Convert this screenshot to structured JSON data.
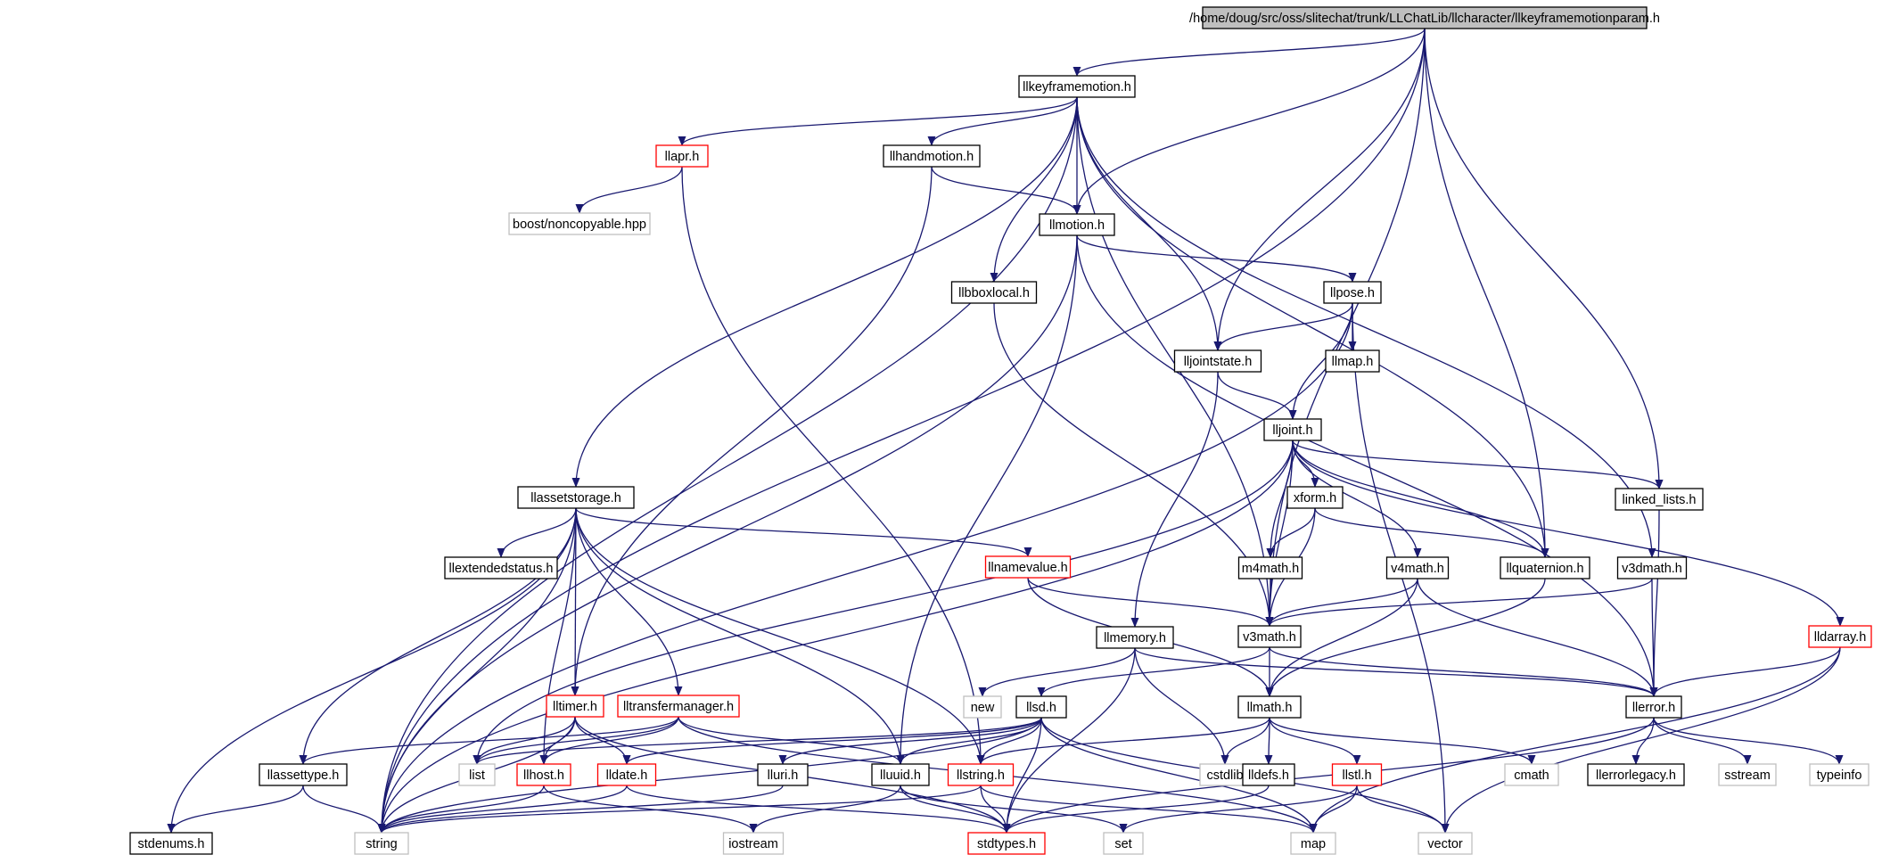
{
  "title": "/home/doug/src/oss/slitechat/trunk/LLChatLib/llcharacter/llkeyframemotionparam.h",
  "colors": {
    "edge": "#191970",
    "root_fill": "#bfbfbf",
    "node_border": "#000000",
    "truncated_border": "#ff0000",
    "external_border": "#bfbfbf"
  },
  "nodes": [
    {
      "id": "root",
      "label": "/home/doug/src/oss/slitechat/trunk/LLChatLib/llcharacter/llkeyframemotionparam.h",
      "kind": "root"
    },
    {
      "id": "llkeyframemotion",
      "label": "llkeyframemotion.h",
      "kind": "normal"
    },
    {
      "id": "llapr",
      "label": "llapr.h",
      "kind": "truncated"
    },
    {
      "id": "llhandmotion",
      "label": "llhandmotion.h",
      "kind": "normal"
    },
    {
      "id": "boost",
      "label": "boost/noncopyable.hpp",
      "kind": "external"
    },
    {
      "id": "llmotion",
      "label": "llmotion.h",
      "kind": "normal"
    },
    {
      "id": "llbboxlocal",
      "label": "llbboxlocal.h",
      "kind": "normal"
    },
    {
      "id": "llpose",
      "label": "llpose.h",
      "kind": "normal"
    },
    {
      "id": "lljointstate",
      "label": "lljointstate.h",
      "kind": "normal"
    },
    {
      "id": "llmap",
      "label": "llmap.h",
      "kind": "normal"
    },
    {
      "id": "lljoint",
      "label": "lljoint.h",
      "kind": "normal"
    },
    {
      "id": "llassetstorage",
      "label": "llassetstorage.h",
      "kind": "normal"
    },
    {
      "id": "linked_lists",
      "label": "linked_lists.h",
      "kind": "normal"
    },
    {
      "id": "xform",
      "label": "xform.h",
      "kind": "normal"
    },
    {
      "id": "llextendedstatus",
      "label": "llextendedstatus.h",
      "kind": "normal"
    },
    {
      "id": "llnamevalue",
      "label": "llnamevalue.h",
      "kind": "truncated"
    },
    {
      "id": "m4math",
      "label": "m4math.h",
      "kind": "normal"
    },
    {
      "id": "v4math",
      "label": "v4math.h",
      "kind": "normal"
    },
    {
      "id": "llquaternion",
      "label": "llquaternion.h",
      "kind": "normal"
    },
    {
      "id": "v3dmath",
      "label": "v3dmath.h",
      "kind": "normal"
    },
    {
      "id": "lldarray",
      "label": "lldarray.h",
      "kind": "truncated"
    },
    {
      "id": "llmemory",
      "label": "llmemory.h",
      "kind": "normal"
    },
    {
      "id": "v3math",
      "label": "v3math.h",
      "kind": "normal"
    },
    {
      "id": "new",
      "label": "new",
      "kind": "external"
    },
    {
      "id": "llsd",
      "label": "llsd.h",
      "kind": "normal"
    },
    {
      "id": "llmath",
      "label": "llmath.h",
      "kind": "normal"
    },
    {
      "id": "llerror",
      "label": "llerror.h",
      "kind": "normal"
    },
    {
      "id": "lltimer",
      "label": "lltimer.h",
      "kind": "truncated"
    },
    {
      "id": "lltransfermanager",
      "label": "lltransfermanager.h",
      "kind": "truncated"
    },
    {
      "id": "llassettype",
      "label": "llassettype.h",
      "kind": "normal"
    },
    {
      "id": "list",
      "label": "list",
      "kind": "external"
    },
    {
      "id": "llhost",
      "label": "llhost.h",
      "kind": "truncated"
    },
    {
      "id": "lldate",
      "label": "lldate.h",
      "kind": "truncated"
    },
    {
      "id": "lluri",
      "label": "lluri.h",
      "kind": "normal"
    },
    {
      "id": "lluuid",
      "label": "lluuid.h",
      "kind": "normal"
    },
    {
      "id": "llstring",
      "label": "llstring.h",
      "kind": "truncated"
    },
    {
      "id": "cstdlib",
      "label": "cstdlib",
      "kind": "external"
    },
    {
      "id": "lldefs",
      "label": "lldefs.h",
      "kind": "normal"
    },
    {
      "id": "llstl",
      "label": "llstl.h",
      "kind": "truncated"
    },
    {
      "id": "cmath",
      "label": "cmath",
      "kind": "external"
    },
    {
      "id": "llerrorlegacy",
      "label": "llerrorlegacy.h",
      "kind": "normal"
    },
    {
      "id": "sstream",
      "label": "sstream",
      "kind": "external"
    },
    {
      "id": "typeinfo",
      "label": "typeinfo",
      "kind": "external"
    },
    {
      "id": "stdenums",
      "label": "stdenums.h",
      "kind": "normal"
    },
    {
      "id": "string",
      "label": "string",
      "kind": "external"
    },
    {
      "id": "iostream",
      "label": "iostream",
      "kind": "external"
    },
    {
      "id": "stdtypes",
      "label": "stdtypes.h",
      "kind": "truncated"
    },
    {
      "id": "set",
      "label": "set",
      "kind": "external"
    },
    {
      "id": "map",
      "label": "map",
      "kind": "external"
    },
    {
      "id": "vector",
      "label": "vector",
      "kind": "external"
    }
  ],
  "edges": [
    [
      "root",
      "llkeyframemotion"
    ],
    [
      "root",
      "llmotion"
    ],
    [
      "root",
      "lljointstate"
    ],
    [
      "root",
      "v3math"
    ],
    [
      "root",
      "llquaternion"
    ],
    [
      "root",
      "linked_lists"
    ],
    [
      "root",
      "string"
    ],
    [
      "llkeyframemotion",
      "llapr"
    ],
    [
      "llkeyframemotion",
      "llhandmotion"
    ],
    [
      "llkeyframemotion",
      "llmotion"
    ],
    [
      "llkeyframemotion",
      "llbboxlocal"
    ],
    [
      "llkeyframemotion",
      "lljointstate"
    ],
    [
      "llkeyframemotion",
      "v3math"
    ],
    [
      "llkeyframemotion",
      "llquaternion"
    ],
    [
      "llkeyframemotion",
      "v3dmath"
    ],
    [
      "llkeyframemotion",
      "llassetstorage"
    ],
    [
      "llkeyframemotion",
      "string"
    ],
    [
      "llapr",
      "boost"
    ],
    [
      "llapr",
      "llstring"
    ],
    [
      "llhandmotion",
      "llmotion"
    ],
    [
      "llhandmotion",
      "lltimer"
    ],
    [
      "llmotion",
      "llpose"
    ],
    [
      "llmotion",
      "llerror"
    ],
    [
      "llmotion",
      "lluuid"
    ],
    [
      "llmotion",
      "string"
    ],
    [
      "llbboxlocal",
      "v3math"
    ],
    [
      "llpose",
      "llmap"
    ],
    [
      "llpose",
      "lljointstate"
    ],
    [
      "llpose",
      "lljoint"
    ],
    [
      "llpose",
      "string"
    ],
    [
      "llpose",
      "vector"
    ],
    [
      "lljointstate",
      "lljoint"
    ],
    [
      "lljointstate",
      "llmemory"
    ],
    [
      "lljoint",
      "xform"
    ],
    [
      "lljoint",
      "m4math"
    ],
    [
      "lljoint",
      "v3math"
    ],
    [
      "lljoint",
      "v4math"
    ],
    [
      "lljoint",
      "llquaternion"
    ],
    [
      "lljoint",
      "linked_lists"
    ],
    [
      "lljoint",
      "lldarray"
    ],
    [
      "lljoint",
      "string"
    ],
    [
      "lljoint",
      "list"
    ],
    [
      "xform",
      "m4math"
    ],
    [
      "xform",
      "v3math"
    ],
    [
      "xform",
      "llquaternion"
    ],
    [
      "m4math",
      "v3math"
    ],
    [
      "v4math",
      "v3math"
    ],
    [
      "v4math",
      "llmath"
    ],
    [
      "v4math",
      "llerror"
    ],
    [
      "llquaternion",
      "llmath"
    ],
    [
      "v3dmath",
      "v3math"
    ],
    [
      "v3dmath",
      "llerror"
    ],
    [
      "linked_lists",
      "llerror"
    ],
    [
      "lldarray",
      "llerror"
    ],
    [
      "lldarray",
      "map"
    ],
    [
      "lldarray",
      "vector"
    ],
    [
      "llassetstorage",
      "llextendedstatus"
    ],
    [
      "llassetstorage",
      "llnamevalue"
    ],
    [
      "llassetstorage",
      "lltimer"
    ],
    [
      "llassetstorage",
      "lltransfermanager"
    ],
    [
      "llassetstorage",
      "llassettype"
    ],
    [
      "llassetstorage",
      "llhost"
    ],
    [
      "llassetstorage",
      "lluuid"
    ],
    [
      "llassetstorage",
      "llstring"
    ],
    [
      "llassetstorage",
      "string"
    ],
    [
      "llassetstorage",
      "stdenums"
    ],
    [
      "llnamevalue",
      "v3math"
    ],
    [
      "llnamevalue",
      "llmath"
    ],
    [
      "llmemory",
      "new"
    ],
    [
      "llmemory",
      "cstdlib"
    ],
    [
      "llmemory",
      "stdtypes"
    ],
    [
      "llmemory",
      "llerror"
    ],
    [
      "v3math",
      "llsd"
    ],
    [
      "v3math",
      "llmath"
    ],
    [
      "v3math",
      "llerror"
    ],
    [
      "llsd",
      "list"
    ],
    [
      "llsd",
      "lldate"
    ],
    [
      "llsd",
      "lluri"
    ],
    [
      "llsd",
      "lluuid"
    ],
    [
      "llsd",
      "llstring"
    ],
    [
      "llsd",
      "stdtypes"
    ],
    [
      "llsd",
      "string"
    ],
    [
      "llsd",
      "map"
    ],
    [
      "llsd",
      "vector"
    ],
    [
      "llmath",
      "cstdlib"
    ],
    [
      "llmath",
      "lldefs"
    ],
    [
      "llmath",
      "llstl"
    ],
    [
      "llmath",
      "cmath"
    ],
    [
      "llmath",
      "llstring"
    ],
    [
      "llerror",
      "llerrorlegacy"
    ],
    [
      "llerror",
      "sstream"
    ],
    [
      "llerror",
      "typeinfo"
    ],
    [
      "llerror",
      "stdtypes"
    ],
    [
      "lltimer",
      "list"
    ],
    [
      "lltimer",
      "llhost"
    ],
    [
      "lltimer",
      "lldate"
    ],
    [
      "lltimer",
      "string"
    ],
    [
      "lltimer",
      "stdtypes"
    ],
    [
      "lltransfermanager",
      "llassettype"
    ],
    [
      "lltransfermanager",
      "list"
    ],
    [
      "lltransfermanager",
      "llhost"
    ],
    [
      "lltransfermanager",
      "lluuid"
    ],
    [
      "lltransfermanager",
      "map"
    ],
    [
      "llassettype",
      "stdenums"
    ],
    [
      "llassettype",
      "string"
    ],
    [
      "llhost",
      "string"
    ],
    [
      "llhost",
      "iostream"
    ],
    [
      "lldate",
      "string"
    ],
    [
      "lldate",
      "stdtypes"
    ],
    [
      "lluri",
      "string"
    ],
    [
      "lluuid",
      "iostream"
    ],
    [
      "lluuid",
      "stdtypes"
    ],
    [
      "lluuid",
      "set"
    ],
    [
      "llstring",
      "string"
    ],
    [
      "llstring",
      "stdtypes"
    ],
    [
      "llstring",
      "map"
    ],
    [
      "lldefs",
      "stdtypes"
    ],
    [
      "llstl",
      "map"
    ],
    [
      "llstl",
      "set"
    ],
    [
      "llstl",
      "vector"
    ]
  ]
}
